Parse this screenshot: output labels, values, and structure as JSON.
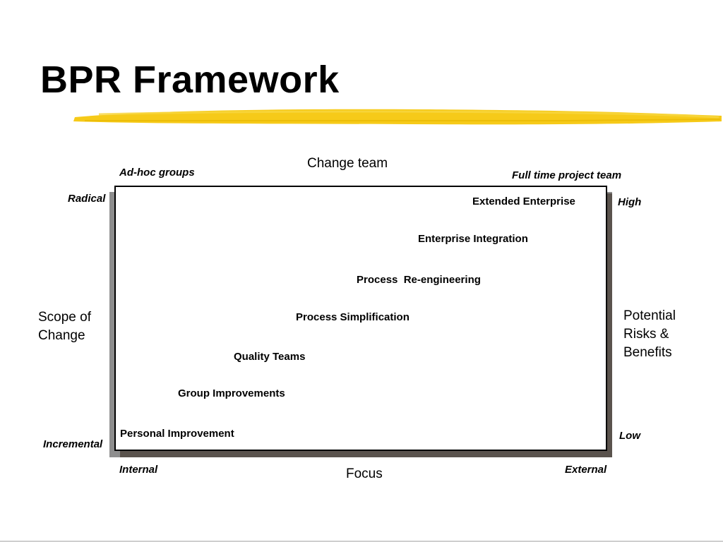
{
  "slide": {
    "title": "BPR Framework"
  },
  "diagram": {
    "top_axis_label": "Change team",
    "top_left_label": "Ad-hoc groups",
    "top_right_label": "Full time project team",
    "bottom_axis_label": "Focus",
    "bottom_left_label": "Internal",
    "bottom_right_label": "External",
    "left_axis_label": "Scope of Change",
    "left_top_label": "Radical",
    "left_bottom_label": "Incremental",
    "right_axis_label": "Potential Risks & Benefits",
    "right_top_label": "High",
    "right_bottom_label": "Low",
    "stages": [
      "Personal Improvement",
      "Group Improvements",
      "Quality Teams",
      "Process Simplification",
      "Process  Re-engineering",
      "Enterprise Integration",
      "Extended Enterprise"
    ],
    "colors": {
      "highlight": "#f5c400",
      "shadow_light": "#8e8e8e",
      "shadow_dark": "#5a534d"
    }
  }
}
